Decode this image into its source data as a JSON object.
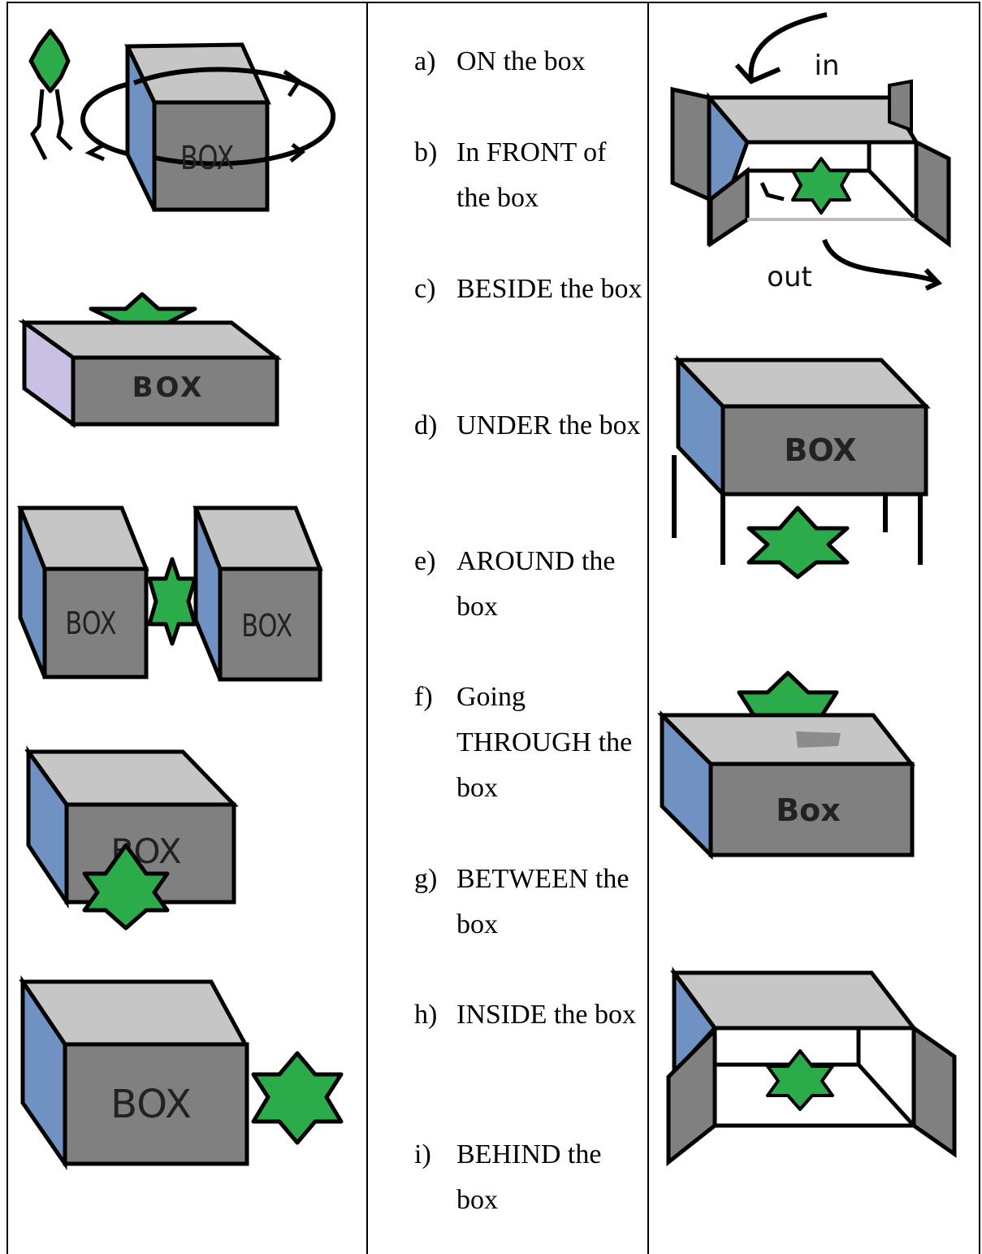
{
  "left_column": {
    "box_label": "BOX",
    "box_label_bold": "BOX"
  },
  "middle_column": {
    "options": [
      {
        "letter": "a)",
        "text": "ON the box"
      },
      {
        "letter": "b)",
        "text": "In FRONT of the box"
      },
      {
        "letter": "c)",
        "text": "BESIDE the box"
      },
      {
        "letter": "d)",
        "text": "UNDER the box"
      },
      {
        "letter": "e)",
        "text": "AROUND the box"
      },
      {
        "letter": "f)",
        "text": "Going THROUGH the box"
      },
      {
        "letter": "g)",
        "text": "BETWEEN the box"
      },
      {
        "letter": "h)",
        "text": "INSIDE the box"
      },
      {
        "letter": "i)",
        "text": "BEHIND the box"
      }
    ]
  },
  "right_column": {
    "in_label": "in",
    "out_label": "out",
    "box_label": "BOX",
    "box_label_mixed": "Box"
  },
  "colors": {
    "star": "#2bab4a",
    "box_top": "#c6c6c6",
    "box_front": "#808080",
    "box_side_blue": "#6f92c3",
    "box_side_lavender": "#c9c0e3",
    "outline": "#000000"
  }
}
